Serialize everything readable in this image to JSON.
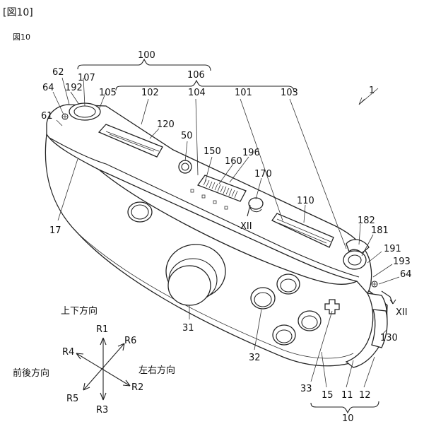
{
  "header": {
    "bracket_title": "[図10]",
    "figure_label": "図10"
  },
  "labels": {
    "l100": "100",
    "l1": "1",
    "l62": "62",
    "l107": "107",
    "l106": "106",
    "l64a": "64",
    "l192": "192",
    "l105": "105",
    "l102": "102",
    "l104": "104",
    "l101": "101",
    "l103": "103",
    "l61": "61",
    "l120": "120",
    "l50": "50",
    "l150": "150",
    "l196": "196",
    "l160": "160",
    "l170": "170",
    "lXIIa": "XII",
    "l110": "110",
    "l182": "182",
    "l181": "181",
    "l191": "191",
    "l193": "193",
    "l64b": "64",
    "lXIIb": "XII",
    "l17": "17",
    "l31": "31",
    "l32": "32",
    "l130": "130",
    "l33": "33",
    "l15": "15",
    "l11": "11",
    "l12": "12",
    "l10": "10"
  },
  "axes": {
    "r1": "R1",
    "r2": "R2",
    "r3": "R3",
    "r4": "R4",
    "r5": "R5",
    "r6": "R6",
    "up_down": "上下方向",
    "left_right": "左右方向",
    "front_back": "前後方向"
  }
}
